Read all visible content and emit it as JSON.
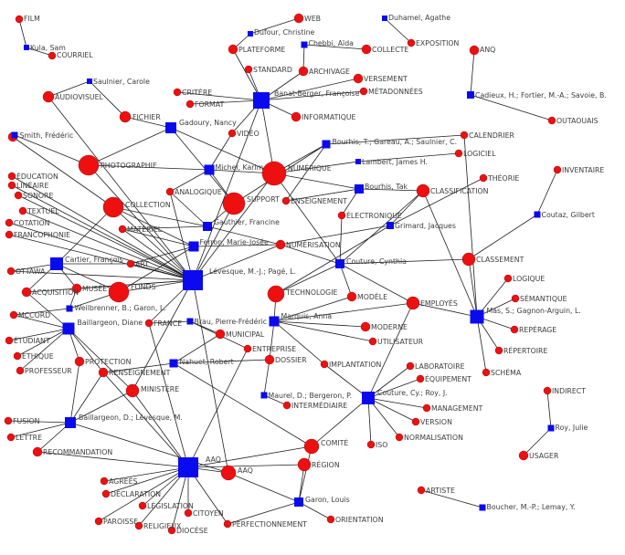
{
  "nodes": [
    {
      "id": "cooc_a",
      "label": "",
      "kind": "subject"
    },
    {
      "id": "film",
      "label": "FILM",
      "kind": "subject"
    },
    {
      "id": "kula",
      "label": "Kula, Sam",
      "kind": "author"
    },
    {
      "id": "courriel",
      "label": "COURRIEL",
      "kind": "subject"
    },
    {
      "id": "saulnier",
      "label": "Saulnier, Carole",
      "kind": "author"
    },
    {
      "id": "audiovisuel",
      "label": "AUDIOVISUEL",
      "kind": "subject"
    },
    {
      "id": "fichier",
      "label": "FICHIER",
      "kind": "subject"
    },
    {
      "id": "critere",
      "label": "CRITÈRE",
      "kind": "subject"
    },
    {
      "id": "format",
      "label": "FORMAT",
      "kind": "subject"
    },
    {
      "id": "web",
      "label": "WEB",
      "kind": "subject"
    },
    {
      "id": "dufour",
      "label": "Dufour, Christine",
      "kind": "author"
    },
    {
      "id": "plateforme",
      "label": "PLATEFORME",
      "kind": "subject"
    },
    {
      "id": "chebbi",
      "label": "Chebbi, Aïda",
      "kind": "author"
    },
    {
      "id": "collecte",
      "label": "COLLECTE",
      "kind": "subject"
    },
    {
      "id": "duhamel",
      "label": "Duhamel, Agathe",
      "kind": "author"
    },
    {
      "id": "exposition",
      "label": "EXPOSITION",
      "kind": "subject"
    },
    {
      "id": "anq",
      "label": "ANQ",
      "kind": "subject"
    },
    {
      "id": "standard",
      "label": "STANDARD",
      "kind": "subject"
    },
    {
      "id": "archivage",
      "label": "ARCHIVAGE",
      "kind": "subject"
    },
    {
      "id": "versement",
      "label": "VERSEMENT",
      "kind": "subject"
    },
    {
      "id": "metadonnees",
      "label": "MÉTADONNÉES",
      "kind": "subject"
    },
    {
      "id": "banat",
      "label": "Banat-Berger, Françoise",
      "kind": "author"
    },
    {
      "id": "cadieux",
      "label": "Cadieux, H.; Fortier, M.-A.; Savoie, B.",
      "kind": "author"
    },
    {
      "id": "informatique",
      "label": "INFORMATIQUE",
      "kind": "subject"
    },
    {
      "id": "outaouais",
      "label": "OUTAOUAIS",
      "kind": "subject"
    },
    {
      "id": "smith",
      "label": "Smith, Frédéric",
      "kind": "author"
    },
    {
      "id": "gadoury",
      "label": "Gadoury, Nancy",
      "kind": "author"
    },
    {
      "id": "video",
      "label": "VIDÉO",
      "kind": "subject"
    },
    {
      "id": "bourhis_t",
      "label": "Bourhis, T.; Gareau, A.; Saulnier, C.",
      "kind": "author"
    },
    {
      "id": "calendrier",
      "label": "CALENDRIER",
      "kind": "subject"
    },
    {
      "id": "photographie",
      "label": "PHOTOGRAPHIE",
      "kind": "subject"
    },
    {
      "id": "michel",
      "label": "Michel, Karim",
      "kind": "author"
    },
    {
      "id": "numerique",
      "label": "NUMÉRIQUE",
      "kind": "subject"
    },
    {
      "id": "lambert",
      "label": "Lambert, James H.",
      "kind": "author"
    },
    {
      "id": "logiciel",
      "label": "LOGICIEL",
      "kind": "subject"
    },
    {
      "id": "inventaire",
      "label": "INVENTAIRE",
      "kind": "subject"
    },
    {
      "id": "education",
      "label": "ÉDUCATION",
      "kind": "subject"
    },
    {
      "id": "lineaire",
      "label": "LINÉAIRE",
      "kind": "subject"
    },
    {
      "id": "sonore",
      "label": "SONORE",
      "kind": "subject"
    },
    {
      "id": "textuel",
      "label": "TEXTUEL",
      "kind": "subject"
    },
    {
      "id": "cotation",
      "label": "COTATION",
      "kind": "subject"
    },
    {
      "id": "francophonie",
      "label": "FRANCOPHONIE",
      "kind": "subject"
    },
    {
      "id": "collection",
      "label": "COLLECTION",
      "kind": "subject"
    },
    {
      "id": "analogique",
      "label": "ANALOGIQUE",
      "kind": "subject"
    },
    {
      "id": "support",
      "label": "SUPPORT",
      "kind": "subject"
    },
    {
      "id": "enseignement",
      "label": "ENSEIGNEMENT",
      "kind": "subject"
    },
    {
      "id": "bourhis_tak",
      "label": "Bourhis, Tak",
      "kind": "author"
    },
    {
      "id": "classification",
      "label": "CLASSIFICATION",
      "kind": "subject"
    },
    {
      "id": "theorie",
      "label": "THÉORIE",
      "kind": "subject"
    },
    {
      "id": "electronique",
      "label": "ÉLECTRONIQUE",
      "kind": "subject"
    },
    {
      "id": "gauthier",
      "label": "Gauthier, Francine",
      "kind": "author"
    },
    {
      "id": "grimard",
      "label": "Grimard, Jacques",
      "kind": "author"
    },
    {
      "id": "materiel",
      "label": "MATÉRIEL",
      "kind": "subject"
    },
    {
      "id": "coutaz",
      "label": "Coutaz, Gilbert",
      "kind": "author"
    },
    {
      "id": "ferron",
      "label": "Ferron, Marie-Josée",
      "kind": "author"
    },
    {
      "id": "numerisation",
      "label": "NUMÉRISATION",
      "kind": "subject"
    },
    {
      "id": "ottawa",
      "label": "OTTAWA",
      "kind": "subject"
    },
    {
      "id": "cartier",
      "label": "Cartier, François",
      "kind": "author"
    },
    {
      "id": "art",
      "label": "ART",
      "kind": "subject"
    },
    {
      "id": "levesque_mj",
      "label": "Lévesque, M.-J.; Pagé, L.",
      "kind": "author"
    },
    {
      "id": "couture_c",
      "label": "Couture, Cynthia",
      "kind": "author"
    },
    {
      "id": "classement",
      "label": "CLASSEMENT",
      "kind": "subject"
    },
    {
      "id": "acquisition",
      "label": "ACQUISITION",
      "kind": "subject"
    },
    {
      "id": "musee",
      "label": "MUSÉE",
      "kind": "subject"
    },
    {
      "id": "fonds",
      "label": "FONDS",
      "kind": "subject"
    },
    {
      "id": "technologie",
      "label": "TECHNOLOGIE",
      "kind": "subject"
    },
    {
      "id": "logique",
      "label": "LOGIQUE",
      "kind": "subject"
    },
    {
      "id": "mccord",
      "label": "MCCORD",
      "kind": "subject"
    },
    {
      "id": "weilbrenner",
      "label": "Weilbrenner, B.; Garon, L.",
      "kind": "author"
    },
    {
      "id": "modele",
      "label": "MODÈLE",
      "kind": "subject"
    },
    {
      "id": "employes",
      "label": "EMPLOYÉS",
      "kind": "subject"
    },
    {
      "id": "semantique",
      "label": "SÉMANTIQUE",
      "kind": "subject"
    },
    {
      "id": "mas",
      "label": "Mas, S.; Gagnon-Arguin, L.",
      "kind": "author"
    },
    {
      "id": "ballargeon",
      "label": "Baillargeon, Diane",
      "kind": "author"
    },
    {
      "id": "france",
      "label": "FRANCE",
      "kind": "subject"
    },
    {
      "id": "brau",
      "label": "Brau, Pierre-Frédéric",
      "kind": "author"
    },
    {
      "id": "marquis",
      "label": "Marquis, Anna",
      "kind": "author"
    },
    {
      "id": "moderne",
      "label": "MODERNE",
      "kind": "subject"
    },
    {
      "id": "reperage",
      "label": "REPÉRAGE",
      "kind": "subject"
    },
    {
      "id": "etudiant",
      "label": "ÉTUDIANT",
      "kind": "subject"
    },
    {
      "id": "municipal",
      "label": "MUNICIPAL",
      "kind": "subject"
    },
    {
      "id": "utilisateur",
      "label": "UTILISATEUR",
      "kind": "subject"
    },
    {
      "id": "ethique",
      "label": "ÉTHIQUE",
      "kind": "subject"
    },
    {
      "id": "entreprise",
      "label": "ENTREPRISE",
      "kind": "subject"
    },
    {
      "id": "repertoire",
      "label": "RÉPERTOIRE",
      "kind": "subject"
    },
    {
      "id": "protection",
      "label": "PROTECTION",
      "kind": "subject"
    },
    {
      "id": "nahuet",
      "label": "Nahuet, Robert",
      "kind": "author"
    },
    {
      "id": "dossier",
      "label": "DOSSIER",
      "kind": "subject"
    },
    {
      "id": "implantation",
      "label": "IMPLANTATION",
      "kind": "subject"
    },
    {
      "id": "laboratoire",
      "label": "LABORATOIRE",
      "kind": "subject"
    },
    {
      "id": "professeur",
      "label": "PROFESSEUR",
      "kind": "subject"
    },
    {
      "id": "renseignement",
      "label": "RENSEIGNEMENT",
      "kind": "subject"
    },
    {
      "id": "schema",
      "label": "SCHÉMA",
      "kind": "subject"
    },
    {
      "id": "equipement",
      "label": "ÉQUIPEMENT",
      "kind": "subject"
    },
    {
      "id": "ministere",
      "label": "MINISTÈRE",
      "kind": "subject"
    },
    {
      "id": "maurel",
      "label": "Maurel, D.; Bergeron, P.",
      "kind": "author"
    },
    {
      "id": "couture_cy",
      "label": "Couture, Cy.; Roy, J.",
      "kind": "author"
    },
    {
      "id": "indirect",
      "label": "INDIRECT",
      "kind": "subject"
    },
    {
      "id": "intermediaire",
      "label": "INTERMÉDIAIRE",
      "kind": "subject"
    },
    {
      "id": "management",
      "label": "MANAGEMENT",
      "kind": "subject"
    },
    {
      "id": "fusion",
      "label": "FUSION",
      "kind": "subject"
    },
    {
      "id": "ballargeon_d",
      "label": "Baillargeon, D.; Lévesque, M.",
      "kind": "author"
    },
    {
      "id": "version",
      "label": "VERSION",
      "kind": "subject"
    },
    {
      "id": "roy",
      "label": "Roy, Julie",
      "kind": "author"
    },
    {
      "id": "lettre",
      "label": "LETTRE",
      "kind": "subject"
    },
    {
      "id": "iso",
      "label": "ISO",
      "kind": "subject"
    },
    {
      "id": "normalisation",
      "label": "NORMALISATION",
      "kind": "subject"
    },
    {
      "id": "comite",
      "label": "COMITÉ",
      "kind": "subject"
    },
    {
      "id": "recommandation",
      "label": "RECOMMANDATION",
      "kind": "subject"
    },
    {
      "id": "aaq1",
      "label": "AAQ",
      "kind": "author"
    },
    {
      "id": "aaq2",
      "label": "AAQ",
      "kind": "subject"
    },
    {
      "id": "region",
      "label": "RÉGION",
      "kind": "subject"
    },
    {
      "id": "usager",
      "label": "USAGER",
      "kind": "subject"
    },
    {
      "id": "agrees",
      "label": "AGRÉÉS",
      "kind": "subject"
    },
    {
      "id": "declaration",
      "label": "DÉCLARATION",
      "kind": "subject"
    },
    {
      "id": "artiste",
      "label": "ARTISTE",
      "kind": "subject"
    },
    {
      "id": "legislation",
      "label": "LÉGISLATION",
      "kind": "subject"
    },
    {
      "id": "garon",
      "label": "Garon, Louis",
      "kind": "author"
    },
    {
      "id": "citoyen",
      "label": "CITOYEN",
      "kind": "subject"
    },
    {
      "id": "boucher",
      "label": "Boucher, M.-P.; Lemay, Y.",
      "kind": "author"
    },
    {
      "id": "paroisse",
      "label": "PAROISSE",
      "kind": "subject"
    },
    {
      "id": "religieux",
      "label": "RELIGIEUX",
      "kind": "subject"
    },
    {
      "id": "diocese",
      "label": "DIOCÈSE",
      "kind": "subject"
    },
    {
      "id": "perfectionnement",
      "label": "PERFECTIONNEMENT",
      "kind": "subject"
    },
    {
      "id": "orientation",
      "label": "ORIENTATION",
      "kind": "subject"
    }
  ],
  "edges": [
    [
      "kula",
      "film"
    ],
    [
      "kula",
      "courriel"
    ],
    [
      "saulnier",
      "audiovisuel"
    ],
    [
      "saulnier",
      "fichier"
    ],
    [
      "dufour",
      "web"
    ],
    [
      "dufour",
      "plateforme"
    ],
    [
      "chebbi",
      "archivage"
    ],
    [
      "chebbi",
      "collecte"
    ],
    [
      "duhamel",
      "exposition"
    ],
    [
      "cadieux",
      "anq"
    ],
    [
      "cadieux",
      "outaouais"
    ],
    [
      "banat",
      "critere"
    ],
    [
      "banat",
      "format"
    ],
    [
      "banat",
      "plateforme"
    ],
    [
      "banat",
      "standard"
    ],
    [
      "banat",
      "archivage"
    ],
    [
      "banat",
      "versement"
    ],
    [
      "banat",
      "metadonnees"
    ],
    [
      "banat",
      "informatique"
    ],
    [
      "banat",
      "numerique"
    ],
    [
      "banat",
      "video"
    ],
    [
      "banat",
      "levesque_mj"
    ],
    [
      "gadoury",
      "fichier"
    ],
    [
      "gadoury",
      "photographie"
    ],
    [
      "gadoury",
      "support"
    ],
    [
      "gadoury",
      "numerique"
    ],
    [
      "smith",
      "photographie"
    ],
    [
      "michel",
      "video"
    ],
    [
      "michel",
      "support"
    ],
    [
      "michel",
      "numerique"
    ],
    [
      "michel",
      "analogique"
    ],
    [
      "michel",
      "photographie"
    ],
    [
      "bourhis_t",
      "calendrier"
    ],
    [
      "bourhis_t",
      "numerique"
    ],
    [
      "bourhis_t",
      "enseignement"
    ],
    [
      "bourhis_t",
      "support"
    ],
    [
      "lambert",
      "logiciel"
    ],
    [
      "lambert",
      "numerique"
    ],
    [
      "bourhis_tak",
      "classification"
    ],
    [
      "bourhis_tak",
      "enseignement"
    ],
    [
      "bourhis_tak",
      "electronique"
    ],
    [
      "bourhis_tak",
      "numerique"
    ],
    [
      "grimard",
      "theorie"
    ],
    [
      "grimard",
      "classification"
    ],
    [
      "grimard",
      "technologie"
    ],
    [
      "grimard",
      "numerisation"
    ],
    [
      "coutaz",
      "inventaire"
    ],
    [
      "coutaz",
      "classement"
    ],
    [
      "gauthier",
      "collection"
    ],
    [
      "gauthier",
      "support"
    ],
    [
      "gauthier",
      "numerisation"
    ],
    [
      "gauthier",
      "analogique"
    ],
    [
      "gauthier",
      "materiel"
    ],
    [
      "ferron",
      "collection"
    ],
    [
      "ferron",
      "numerisation"
    ],
    [
      "ferron",
      "materiel"
    ],
    [
      "ferron",
      "fonds"
    ],
    [
      "ferron",
      "art"
    ],
    [
      "levesque_mj",
      "photographie"
    ],
    [
      "levesque_mj",
      "education"
    ],
    [
      "levesque_mj",
      "lineaire"
    ],
    [
      "levesque_mj",
      "sonore"
    ],
    [
      "levesque_mj",
      "textuel"
    ],
    [
      "levesque_mj",
      "cotation"
    ],
    [
      "levesque_mj",
      "francophonie"
    ],
    [
      "levesque_mj",
      "collection"
    ],
    [
      "levesque_mj",
      "analogique"
    ],
    [
      "levesque_mj",
      "materiel"
    ],
    [
      "levesque_mj",
      "numerisation"
    ],
    [
      "levesque_mj",
      "art"
    ],
    [
      "levesque_mj",
      "musee"
    ],
    [
      "levesque_mj",
      "fonds"
    ],
    [
      "levesque_mj",
      "france"
    ],
    [
      "levesque_mj",
      "audiovisuel"
    ],
    [
      "levesque_mj",
      "ottawa"
    ],
    [
      "levesque_mj",
      "acquisition"
    ],
    [
      "levesque_mj",
      "support"
    ],
    [
      "levesque_mj",
      "numerique"
    ],
    [
      "levesque_mj",
      "aaq2"
    ],
    [
      "levesque_mj",
      "ministere"
    ],
    [
      "cartier",
      "ottawa"
    ],
    [
      "cartier",
      "acquisition"
    ],
    [
      "cartier",
      "art"
    ],
    [
      "cartier",
      "musee"
    ],
    [
      "cartier",
      "fonds"
    ],
    [
      "cartier",
      "collection"
    ],
    [
      "weilbrenner",
      "mccord"
    ],
    [
      "weilbrenner",
      "musee"
    ],
    [
      "weilbrenner",
      "fonds"
    ],
    [
      "couture_c",
      "classement"
    ],
    [
      "couture_c",
      "technologie"
    ],
    [
      "couture_c",
      "electronique"
    ],
    [
      "couture_c",
      "modele"
    ],
    [
      "couture_c",
      "employes"
    ],
    [
      "couture_c",
      "numerique"
    ],
    [
      "couture_c",
      "classification"
    ],
    [
      "couture_c",
      "numerisation"
    ],
    [
      "mas",
      "classement"
    ],
    [
      "mas",
      "logique"
    ],
    [
      "mas",
      "semantique"
    ],
    [
      "mas",
      "reperage"
    ],
    [
      "mas",
      "repertoire"
    ],
    [
      "mas",
      "schema"
    ],
    [
      "mas",
      "classification"
    ],
    [
      "mas",
      "employes"
    ],
    [
      "mas",
      "calendrier"
    ],
    [
      "ballargeon",
      "etudiant"
    ],
    [
      "ballargeon",
      "ethique"
    ],
    [
      "ballargeon",
      "professeur"
    ],
    [
      "ballargeon",
      "protection"
    ],
    [
      "ballargeon",
      "renseignement"
    ],
    [
      "ballargeon",
      "ministere"
    ],
    [
      "ballargeon",
      "mccord"
    ],
    [
      "ballargeon",
      "acquisition"
    ],
    [
      "brau",
      "france"
    ],
    [
      "brau",
      "municipal"
    ],
    [
      "brau",
      "entreprise"
    ],
    [
      "marquis",
      "modele"
    ],
    [
      "marquis",
      "moderne"
    ],
    [
      "marquis",
      "utilisateur"
    ],
    [
      "marquis",
      "implantation"
    ],
    [
      "marquis",
      "employes"
    ],
    [
      "marquis",
      "technologie"
    ],
    [
      "marquis",
      "dossier"
    ],
    [
      "nahuet",
      "dossier"
    ],
    [
      "nahuet",
      "municipal"
    ],
    [
      "nahuet",
      "renseignement"
    ],
    [
      "nahuet",
      "comite"
    ],
    [
      "maurel",
      "intermediaire"
    ],
    [
      "maurel",
      "dossier"
    ],
    [
      "couture_cy",
      "laboratoire"
    ],
    [
      "couture_cy",
      "equipement"
    ],
    [
      "couture_cy",
      "management"
    ],
    [
      "couture_cy",
      "version"
    ],
    [
      "couture_cy",
      "normalisation"
    ],
    [
      "couture_cy",
      "iso"
    ],
    [
      "couture_cy",
      "implantation"
    ],
    [
      "couture_cy",
      "employes"
    ],
    [
      "couture_cy",
      "comite"
    ],
    [
      "roy",
      "indirect"
    ],
    [
      "roy",
      "usager"
    ],
    [
      "ballargeon_d",
      "fusion"
    ],
    [
      "ballargeon_d",
      "lettre"
    ],
    [
      "ballargeon_d",
      "recommandation"
    ],
    [
      "ballargeon_d",
      "ministere"
    ],
    [
      "ballargeon_d",
      "protection"
    ],
    [
      "ballargeon_d",
      "renseignement"
    ],
    [
      "ballargeon_d",
      "aaq2"
    ],
    [
      "aaq1",
      "ministere"
    ],
    [
      "aaq1",
      "renseignement"
    ],
    [
      "aaq1",
      "recommandation"
    ],
    [
      "aaq1",
      "agrees"
    ],
    [
      "aaq1",
      "declaration"
    ],
    [
      "aaq1",
      "legislation"
    ],
    [
      "aaq1",
      "paroisse"
    ],
    [
      "aaq1",
      "religieux"
    ],
    [
      "aaq1",
      "diocese"
    ],
    [
      "aaq1",
      "citoyen"
    ],
    [
      "aaq1",
      "perfectionnement"
    ],
    [
      "aaq1",
      "comite"
    ],
    [
      "aaq1",
      "region"
    ],
    [
      "aaq1",
      "aaq2"
    ],
    [
      "aaq1",
      "entreprise"
    ],
    [
      "aaq1",
      "france"
    ],
    [
      "garon",
      "region"
    ],
    [
      "garon",
      "comite"
    ],
    [
      "garon",
      "perfectionnement"
    ],
    [
      "garon",
      "orientation"
    ],
    [
      "garon",
      "aaq2"
    ],
    [
      "boucher",
      "artiste"
    ],
    [
      "collection",
      "cooc_a"
    ]
  ]
}
